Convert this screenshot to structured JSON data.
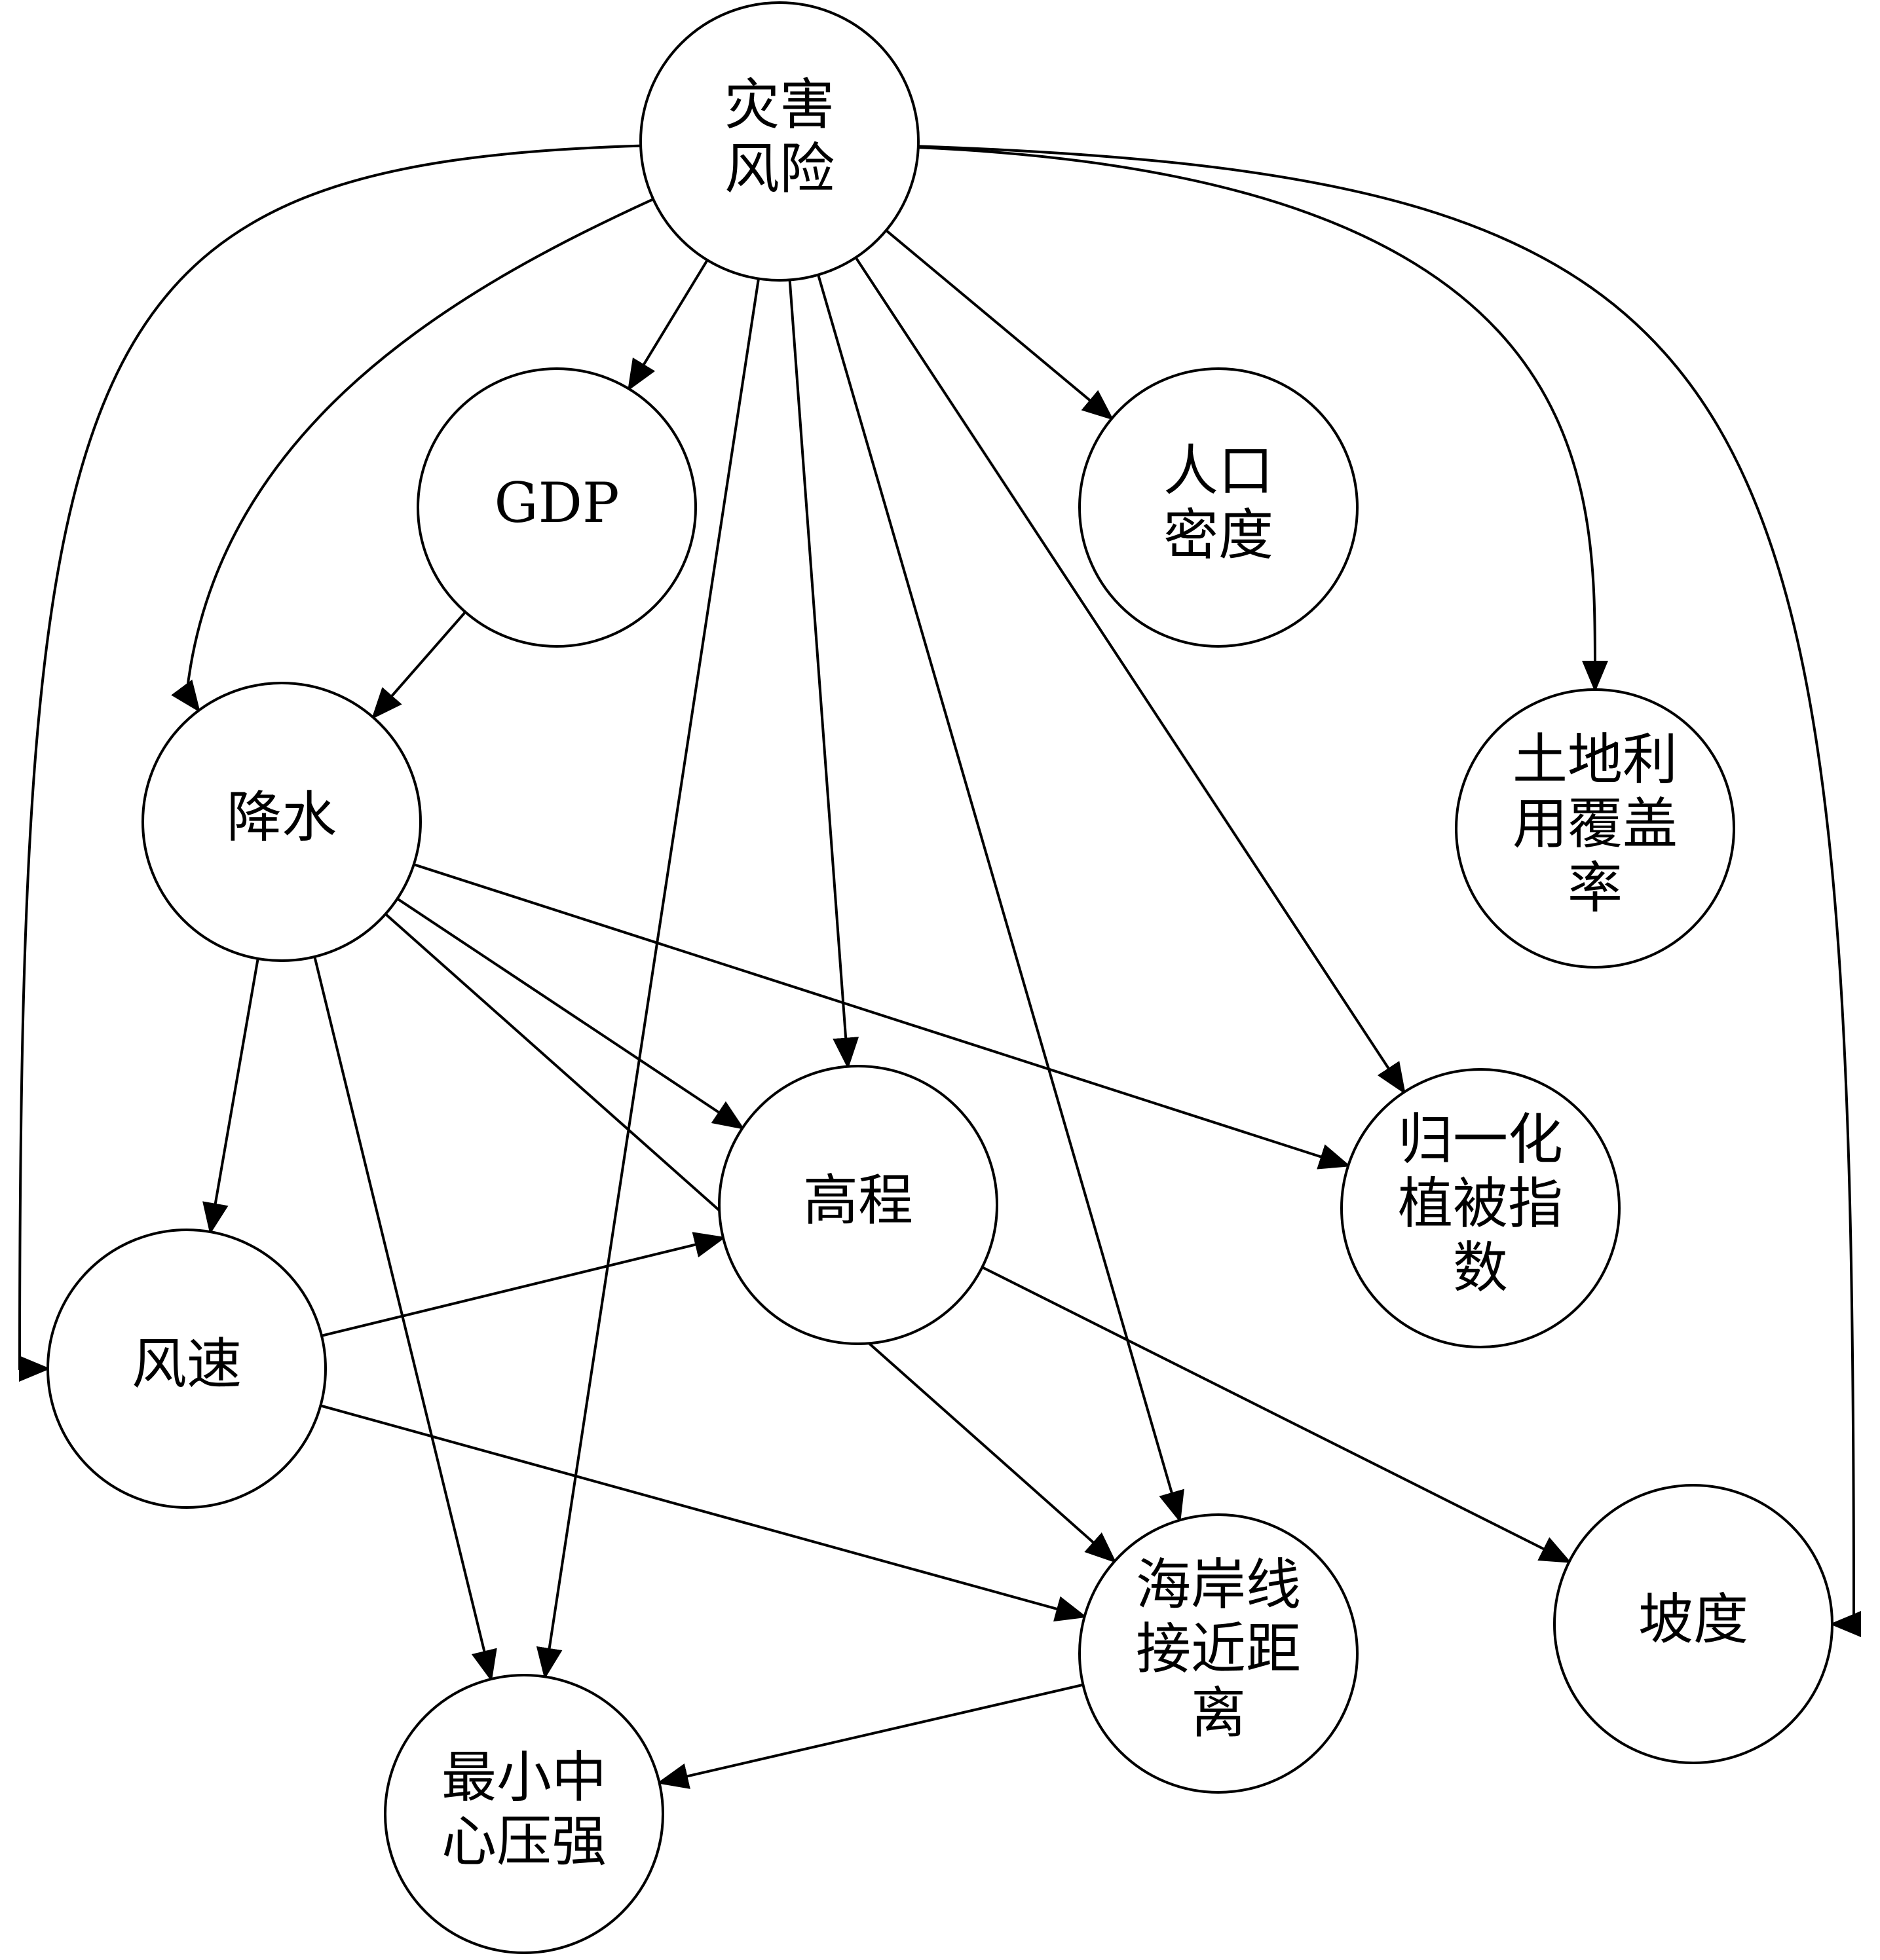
{
  "nodes": [
    {
      "id": "risk",
      "lines": [
        "灾害",
        "风险"
      ]
    },
    {
      "id": "gdp",
      "lines": [
        "GDP"
      ]
    },
    {
      "id": "population",
      "lines": [
        "人口",
        "密度"
      ]
    },
    {
      "id": "landuse",
      "lines": [
        "土地利",
        "用覆盖",
        "率"
      ]
    },
    {
      "id": "rain",
      "lines": [
        "降水"
      ]
    },
    {
      "id": "elevation",
      "lines": [
        "高程"
      ]
    },
    {
      "id": "ndvi",
      "lines": [
        "归一化",
        "植被指",
        "数"
      ]
    },
    {
      "id": "wind",
      "lines": [
        "风速"
      ]
    },
    {
      "id": "coast",
      "lines": [
        "海岸线",
        "接近距",
        "离"
      ]
    },
    {
      "id": "slope",
      "lines": [
        "坡度"
      ]
    },
    {
      "id": "pressure",
      "lines": [
        "最小中",
        "心压强"
      ]
    }
  ],
  "edges": [
    {
      "from": "risk",
      "to": "gdp"
    },
    {
      "from": "risk",
      "to": "population"
    },
    {
      "from": "risk",
      "to": "landuse"
    },
    {
      "from": "risk",
      "to": "slope"
    },
    {
      "from": "risk",
      "to": "wind"
    },
    {
      "from": "risk",
      "to": "rain"
    },
    {
      "from": "risk",
      "to": "pressure"
    },
    {
      "from": "risk",
      "to": "elevation"
    },
    {
      "from": "risk",
      "to": "coast"
    },
    {
      "from": "risk",
      "to": "ndvi"
    },
    {
      "from": "gdp",
      "to": "rain"
    },
    {
      "from": "rain",
      "to": "ndvi"
    },
    {
      "from": "rain",
      "to": "elevation"
    },
    {
      "from": "rain",
      "to": "coast"
    },
    {
      "from": "rain",
      "to": "wind"
    },
    {
      "from": "rain",
      "to": "pressure"
    },
    {
      "from": "wind",
      "to": "elevation"
    },
    {
      "from": "wind",
      "to": "coast"
    },
    {
      "from": "elevation",
      "to": "slope"
    },
    {
      "from": "coast",
      "to": "pressure"
    }
  ]
}
